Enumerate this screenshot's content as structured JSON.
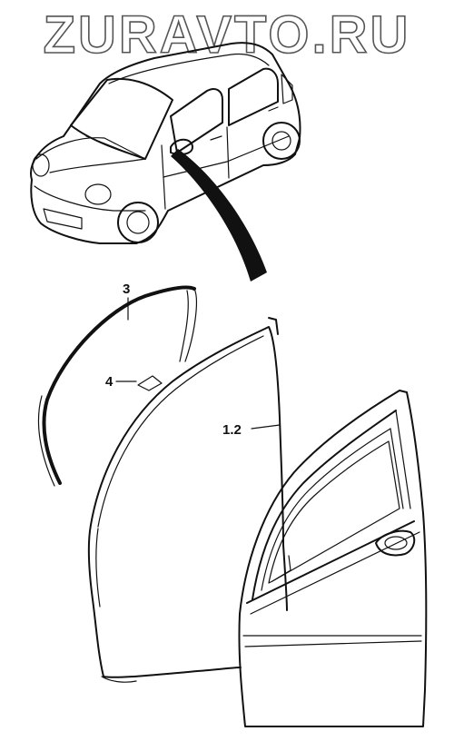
{
  "watermark": "ZURAVTO.RU",
  "callouts": {
    "part_3": "3",
    "part_4": "4",
    "part_1_2": "1.2"
  },
  "colors": {
    "ink": "#111111",
    "background": "#ffffff",
    "watermark_outline": "#555555"
  }
}
